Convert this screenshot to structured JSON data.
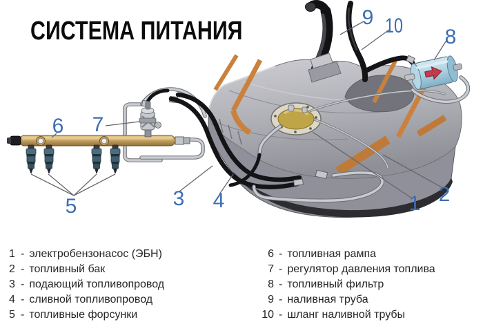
{
  "title": "СИСТЕМА ПИТАНИЯ",
  "diagram": {
    "callouts": [
      {
        "num": "1",
        "target": "electric-fuel-pump"
      },
      {
        "num": "2",
        "target": "fuel-tank"
      },
      {
        "num": "3",
        "target": "supply-fuel-line"
      },
      {
        "num": "4",
        "target": "return-fuel-line"
      },
      {
        "num": "5",
        "target": "fuel-injectors"
      },
      {
        "num": "6",
        "target": "fuel-rail"
      },
      {
        "num": "7",
        "target": "fuel-pressure-regulator"
      },
      {
        "num": "8",
        "target": "fuel-filter"
      },
      {
        "num": "9",
        "target": "filler-pipe"
      },
      {
        "num": "10",
        "target": "filler-pipe-hose"
      }
    ],
    "colors": {
      "callout_number": "#3b6eb5",
      "tank_top": "#b2b2b9",
      "tank_shadow": "#2c2c31",
      "strap_orange": "#c9813c",
      "rail_gold": "#c3a05f",
      "filter_blue": "#a9cede",
      "filter_arrow_red": "#c23a4c",
      "hose_black": "#141417",
      "pipe_silver": "#c9ccd1"
    }
  },
  "legend": {
    "separator": "-",
    "left": [
      {
        "num": "1",
        "name": "электробензонасос (ЭБН)"
      },
      {
        "num": "2",
        "name": "топливный бак"
      },
      {
        "num": "3",
        "name": "подающий топливопровод"
      },
      {
        "num": "4",
        "name": "сливной топливопровод"
      },
      {
        "num": "5",
        "name": "топливные форсунки"
      }
    ],
    "right": [
      {
        "num": "6",
        "name": "топливная рампа"
      },
      {
        "num": "7",
        "name": "регулятор давления топлива"
      },
      {
        "num": "8",
        "name": "топливный фильтр"
      },
      {
        "num": "9",
        "name": "наливная труба"
      },
      {
        "num": "10",
        "name": "шланг наливной трубы"
      }
    ]
  }
}
